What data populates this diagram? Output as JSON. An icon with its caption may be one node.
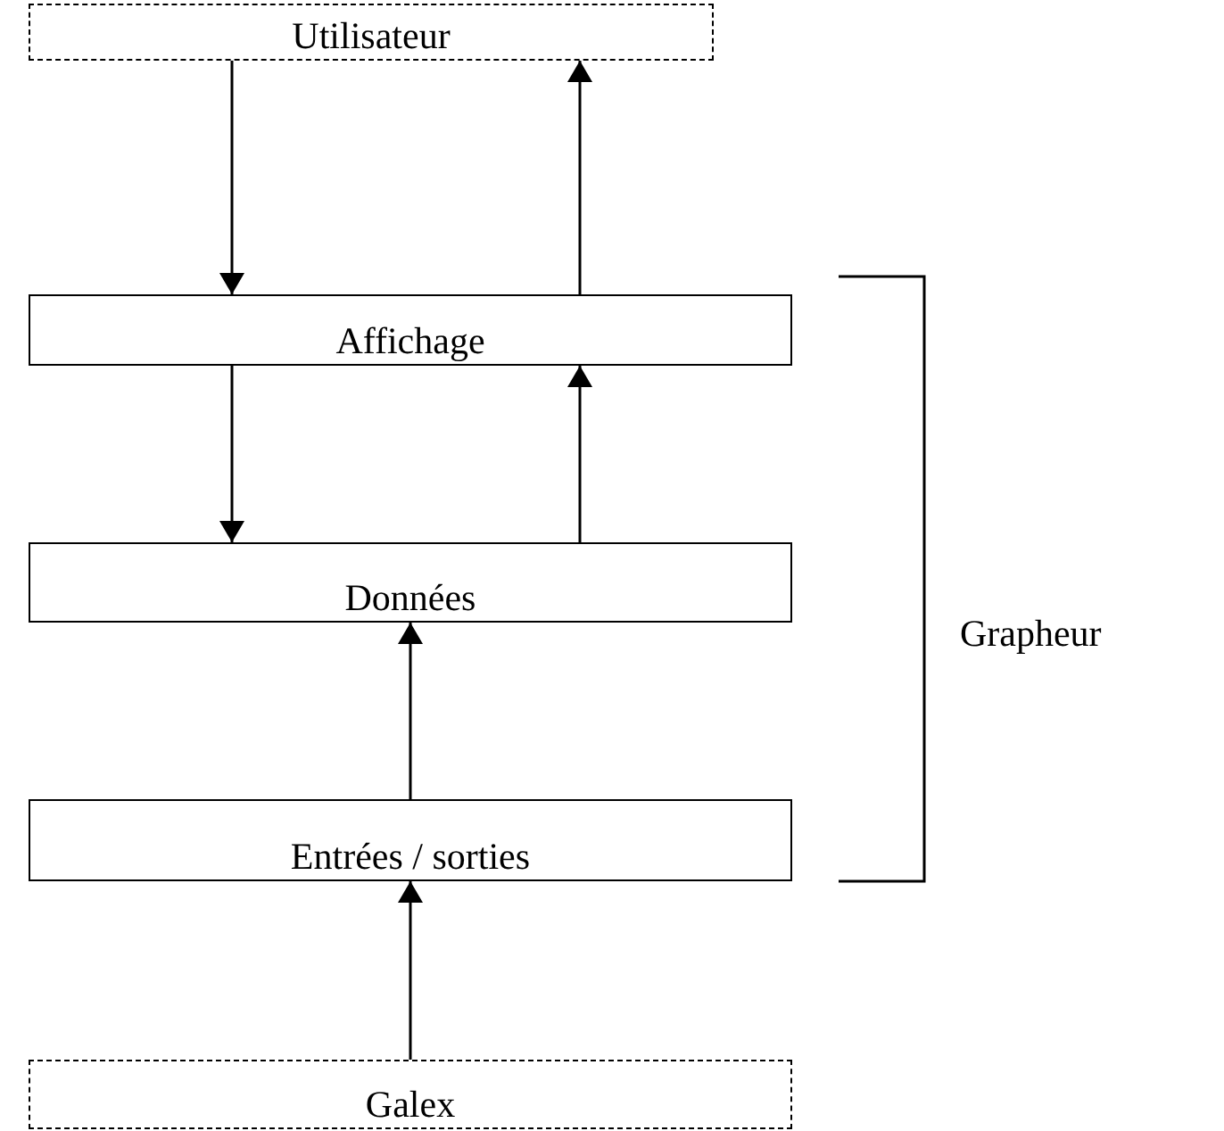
{
  "diagram": {
    "nodes": [
      {
        "text": [
          "Utilisateur"
        ]
      },
      {
        "text": [
          "Affichage"
        ]
      },
      {
        "text": [
          "Données"
        ]
      },
      {
        "text": [
          "Entrées / sorties"
        ]
      },
      {
        "text": [
          "Galex"
        ]
      }
    ],
    "edges": [
      {
        "from": 0,
        "to": 1,
        "arrow": "to"
      },
      {
        "from": 1,
        "to": 0,
        "arrow": "to"
      },
      {
        "from": 1,
        "to": 2,
        "arrow": "to"
      },
      {
        "from": 2,
        "to": 1,
        "arrow": "to"
      },
      {
        "from": 3,
        "to": 2,
        "arrow": "to"
      },
      {
        "from": 4,
        "to": 3,
        "arrow": "to"
      }
    ],
    "labels": [
      "Grapheur"
    ]
  }
}
